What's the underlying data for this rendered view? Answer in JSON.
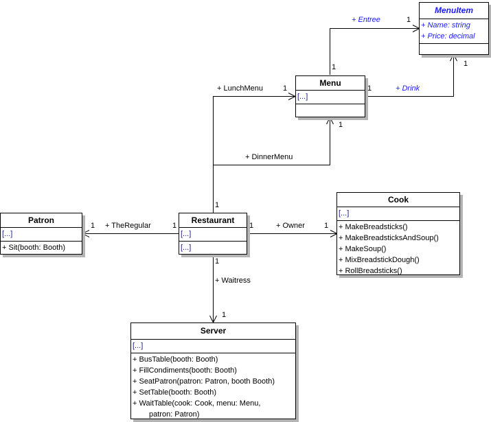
{
  "classes": {
    "menuitem": {
      "name": "MenuItem",
      "attributes": [
        "+ Name: string",
        "+ Price: decimal"
      ],
      "operations": []
    },
    "menu": {
      "name": "Menu",
      "attributes": [
        "[...]"
      ],
      "operations": []
    },
    "patron": {
      "name": "Patron",
      "attributes": [
        "[...]"
      ],
      "operations": [
        "+ Sit(booth: Booth)"
      ]
    },
    "restaurant": {
      "name": "Restaurant",
      "attributes": [
        "[...]"
      ],
      "operations": [
        "[...]"
      ]
    },
    "cook": {
      "name": "Cook",
      "attributes": [
        "[...]"
      ],
      "operations": [
        "+ MakeBreadsticks()",
        "+ MakeBreadsticksAndSoup()",
        "+ MakeSoup()",
        "+ MixBreadstickDough()",
        "+ RollBreadsticks()"
      ]
    },
    "server": {
      "name": "Server",
      "attributes": [
        "[...]"
      ],
      "operations": [
        "+ BusTable(booth: Booth)",
        "+ FillCondiments(booth: Booth)",
        "+ SeatPatron(patron: Patron, booth Booth)",
        "+ SetTable(booth: Booth)",
        "+ WaitTable(cook: Cook, menu: Menu,",
        "patron: Patron)"
      ]
    }
  },
  "associations": {
    "entree": {
      "role": "+ Entree",
      "source_mult": "1",
      "target_mult": "1"
    },
    "drink": {
      "role": "+ Drink",
      "source_mult": "1",
      "target_mult": "1"
    },
    "lunchmenu": {
      "role": "+ LunchMenu",
      "source_mult": "1",
      "target_mult": "1"
    },
    "dinnermenu": {
      "role": "+ DinnerMenu",
      "source_mult": "1",
      "target_mult": "1"
    },
    "theregular": {
      "role": "+ TheRegular",
      "source_mult": "1",
      "target_mult": "1"
    },
    "owner": {
      "role": "+ Owner",
      "source_mult": "1",
      "target_mult": "1"
    },
    "waitress": {
      "role": "+ Waitress",
      "source_mult": "1",
      "target_mult": "1"
    }
  },
  "colors": {
    "abstract_text": "#1a1aff",
    "line": "#000000",
    "shadow": "#b4b4b4"
  }
}
